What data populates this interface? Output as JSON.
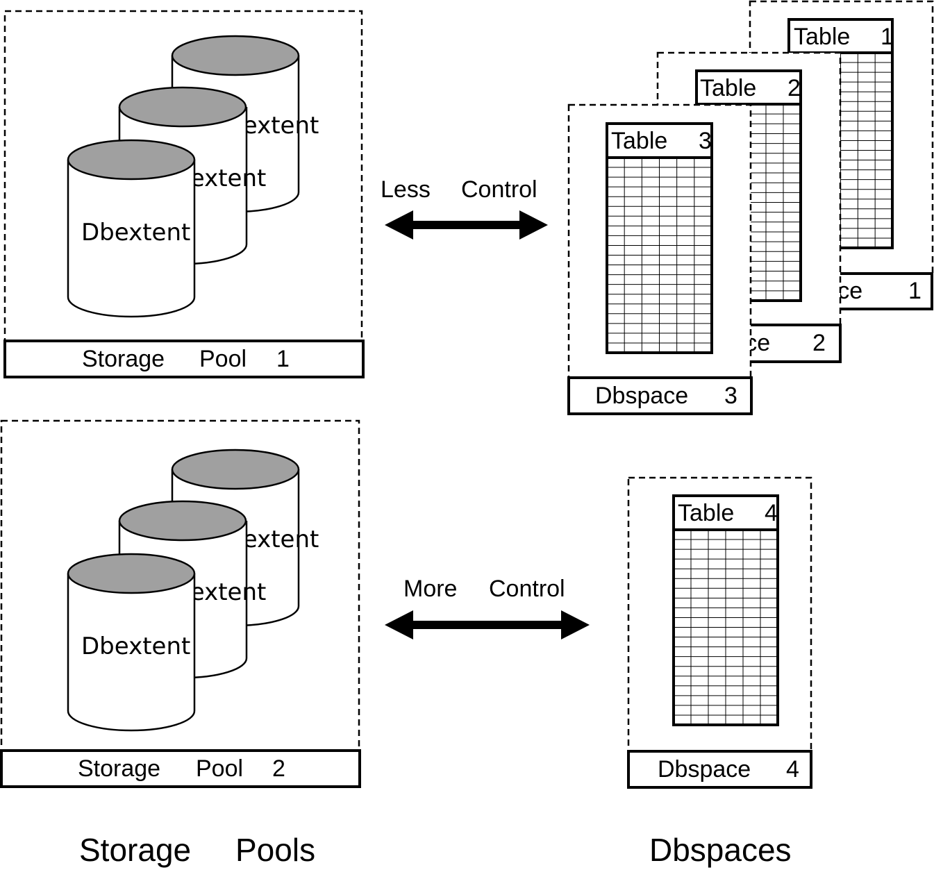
{
  "storage_pools": [
    {
      "label_word": "Storage",
      "label_word2": "Pool",
      "label_num": "1",
      "extents": [
        "Dbextent",
        "Dbextent",
        "Dbextent"
      ]
    },
    {
      "label_word": "Storage",
      "label_word2": "Pool",
      "label_num": "2",
      "extents": [
        "Dbextent",
        "Dbextent",
        "Dbextent"
      ]
    }
  ],
  "dbspaces": [
    {
      "label_word": "Dbspace",
      "label_num": "1",
      "table_word": "Table",
      "table_num": "1"
    },
    {
      "label_word": "Dbspace",
      "label_num": "2",
      "table_word": "Table",
      "table_num": "2"
    },
    {
      "label_word": "Dbspace",
      "label_num": "3",
      "table_word": "Table",
      "table_num": "3"
    },
    {
      "label_word": "Dbspace",
      "label_num": "4",
      "table_word": "Table",
      "table_num": "4"
    }
  ],
  "arrows": [
    {
      "word1": "Less",
      "word2": "Control"
    },
    {
      "word1": "More",
      "word2": "Control"
    }
  ],
  "captions": {
    "left_word1": "Storage",
    "left_word2": "Pools",
    "right": "Dbspaces"
  },
  "colors": {
    "cylinder_top": "#a0a0a0",
    "line": "#000000",
    "background": "#ffffff"
  }
}
